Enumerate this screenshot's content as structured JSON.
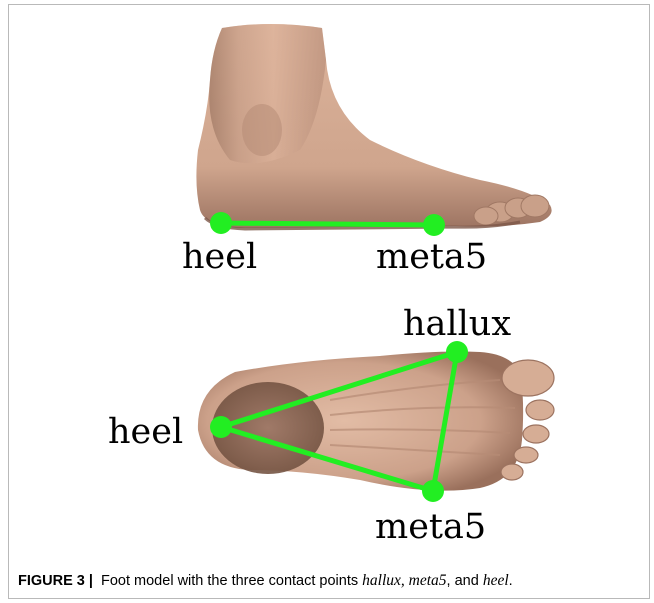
{
  "figure": {
    "labels": {
      "side_heel": "heel",
      "side_meta5": "meta5",
      "bottom_hallux": "hallux",
      "bottom_heel": "heel",
      "bottom_meta5": "meta5"
    },
    "caption": {
      "figure_number": "FIGURE 3",
      "separator": "|",
      "text_before": "Foot model with the three contact points",
      "term1": "hallux, meta5",
      "text_middle": ", and",
      "term2": "heel",
      "text_end": "."
    },
    "colors": {
      "contact_point": "#22ee22",
      "skin": "#d4a88e",
      "skin_shadow": "#9a705c",
      "frame_border": "#b9b9b9"
    }
  }
}
